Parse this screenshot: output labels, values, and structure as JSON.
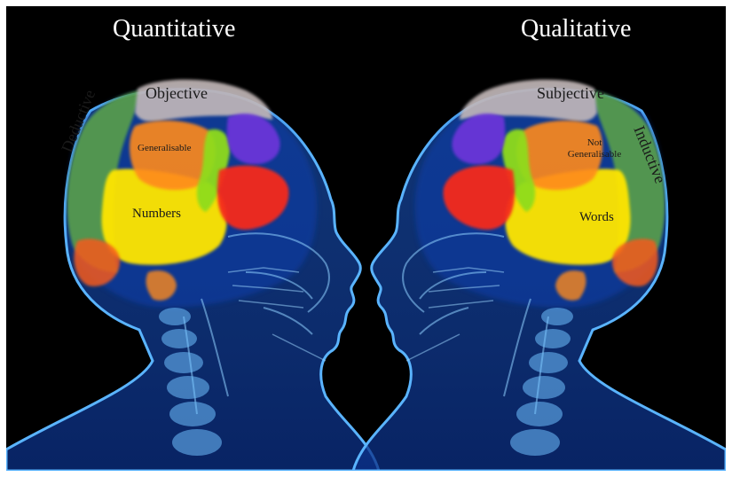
{
  "left": {
    "title": "Quantitative",
    "labels": {
      "objective": "Objective",
      "deductive": "Deductive",
      "generalisable": "Generalisable",
      "numbers": "Numbers"
    }
  },
  "right": {
    "title": "Qualitative",
    "labels": {
      "subjective": "Subjective",
      "inductive": "Inductive",
      "not_generalisable_line1": "Not",
      "not_generalisable_line2": "Generalisable",
      "words": "Words"
    }
  },
  "colors": {
    "background": "#000000",
    "xray_blue": "#3f9bff",
    "frontal_green": "#5aa04a",
    "parietal_grey": "#b8b0b0",
    "yellow_lobe": "#ffe600",
    "orange_lobe": "#ff8a1a",
    "red_lobe": "#f52a1a",
    "purple_lobe": "#6a36d8",
    "lime_lobe": "#8fdc1a"
  }
}
